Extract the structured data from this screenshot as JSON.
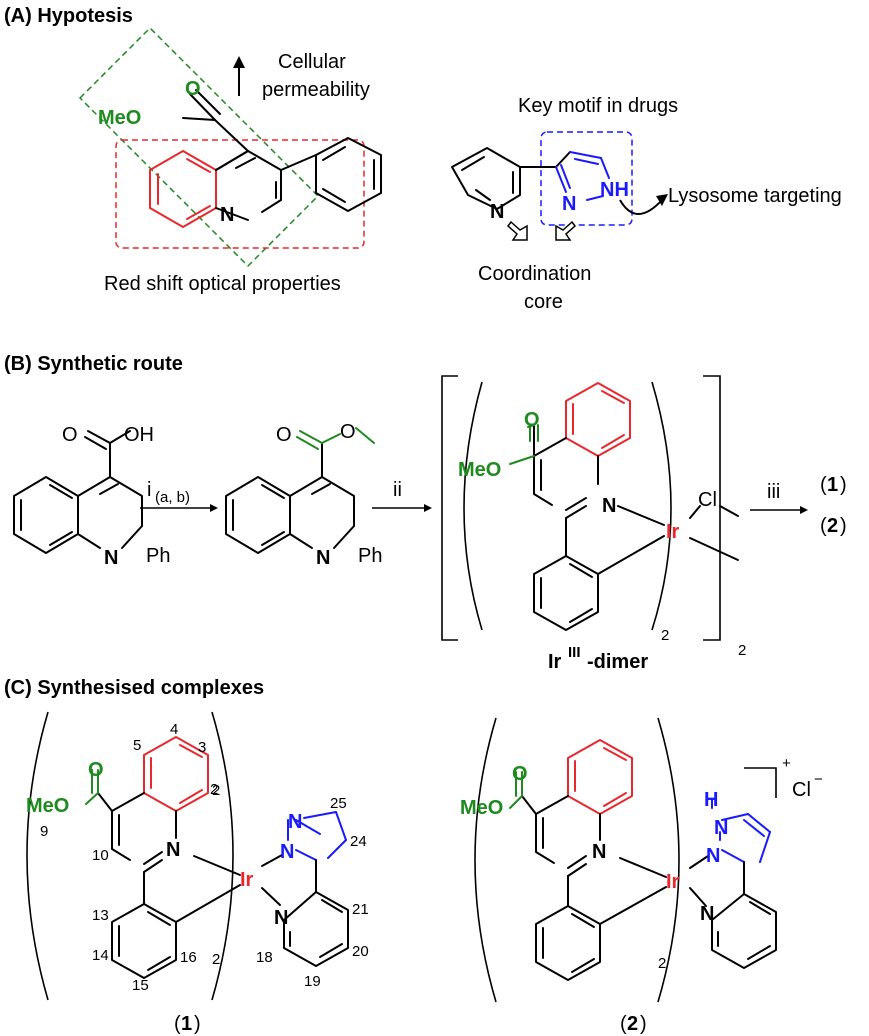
{
  "sections": {
    "a": "(A) Hypotesis",
    "b": "(B) Synthetic route",
    "c": "(C) Synthesised complexes"
  },
  "hypothesis": {
    "meo_label": "MeO",
    "o_label": "O",
    "n_label": "N",
    "cellular_line1": "Cellular",
    "cellular_line2": "permeability",
    "red_shift": "Red shift optical properties",
    "key_motif": "Key motif in drugs",
    "nh_label": "NH",
    "pyrazole_n": "N",
    "pyridine_n": "N",
    "lysosome": "Lysosome targeting",
    "coord_line1": "Coordination",
    "coord_line2": "core"
  },
  "route": {
    "acid_o": "O",
    "acid_oh": "OH",
    "n1": "N",
    "ph1": "Ph",
    "step_i": "i",
    "step_i_sub": "(a, b)",
    "ester_o": "O",
    "ester_o2": "O",
    "n2": "N",
    "ph2": "Ph",
    "step_ii": "ii",
    "dimer_o": "O",
    "dimer_meo": "MeO",
    "dimer_n": "N",
    "dimer_ir": "Ir",
    "dimer_cl": "Cl",
    "dimer_sub_inner": "2",
    "dimer_sub_outer": "2",
    "dimer_label_ir": "Ir",
    "dimer_label_sup": "III",
    "dimer_label_rest": "-dimer",
    "step_iii": "iii",
    "prod1": "1",
    "prod2": "2"
  },
  "complex1": {
    "o": "O",
    "meo": "MeO",
    "n_q": "N",
    "ir": "Ir",
    "n_pz1": "N",
    "n_pz2": "N",
    "n_py": "N",
    "sub_inner": "2",
    "sub_outer": "2",
    "numbers": [
      "4",
      "3",
      "5",
      "2",
      "9",
      "10",
      "25",
      "24",
      "13",
      "21",
      "14",
      "16",
      "18",
      "20",
      "15",
      "19"
    ],
    "label": "1"
  },
  "complex2": {
    "o": "O",
    "meo": "MeO",
    "n_q": "N",
    "ir": "Ir",
    "h": "H",
    "n_pz1": "N",
    "n_pz2": "N",
    "n_py": "N",
    "charge": "+",
    "cl": "Cl",
    "cl_charge": "−",
    "sub": "2",
    "label": "2"
  },
  "colors": {
    "green": "#1f8a1f",
    "red": "#e8282d",
    "blue": "#1a1aff",
    "black": "#000000"
  }
}
